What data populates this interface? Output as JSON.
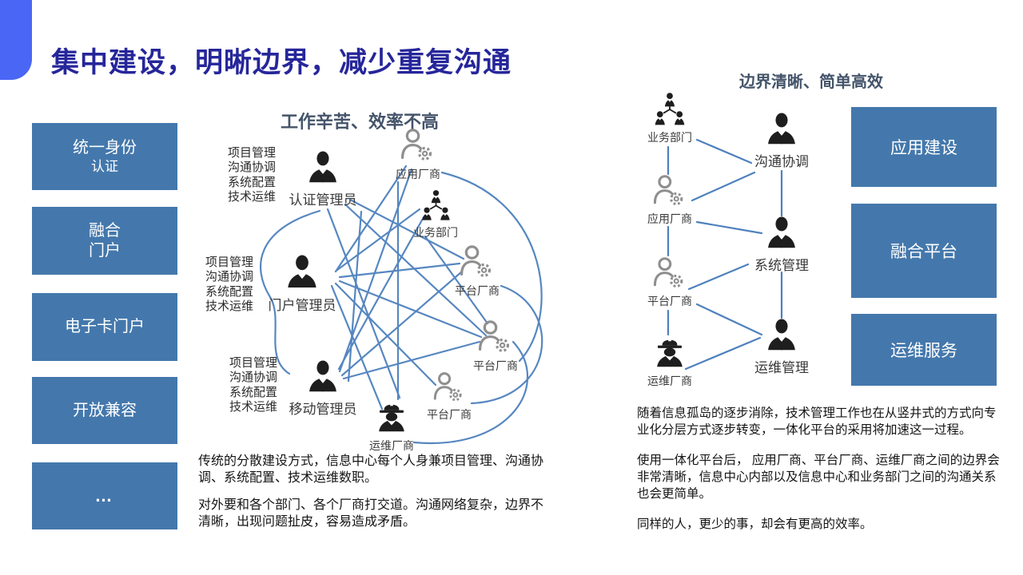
{
  "title": "集中建设，明晰边界，减少重复沟通",
  "colors": {
    "corner_accent": "#4a66f5",
    "box_blue": "#4478ac",
    "line_blue": "#4e81bd",
    "title_navy": "#26269b",
    "subtitle_slate": "#44546a"
  },
  "left_boxes": [
    {
      "line1": "统一身份",
      "line2": "认证"
    },
    {
      "line1": "融合",
      "line2": "门户"
    },
    {
      "line1": "电子卡门户",
      "line2": ""
    },
    {
      "line1": "开放兼容",
      "line2": ""
    },
    {
      "line1": "…",
      "line2": ""
    }
  ],
  "right_boxes": [
    "应用建设",
    "融合平台",
    "运维服务"
  ],
  "messy": {
    "subtitle": "工作辛苦、效率不高",
    "duties": "项目管理\n沟通协调\n系统配置\n技术运维",
    "nodes": {
      "auth_admin": "认证管理员",
      "app_vendor": "应用厂商",
      "biz_dept": "业务部门",
      "portal_admin": "门户管理员",
      "platform_vendor_top": "平台厂商",
      "platform_vendor_mid": "平台厂商",
      "platform_vendor_low": "平台厂商",
      "mobile_admin": "移动管理员",
      "ops_vendor": "运维厂商"
    },
    "caption_1": "传统的分散建设方式，信息中心每个人身兼项目管理、沟通协调、系统配置、技术运维数职。",
    "caption_2": "对外要和各个部门、各个厂商打交道。沟通网络复杂，边界不清晰，出现问题扯皮，容易造成矛盾。"
  },
  "clear": {
    "subtitle": "边界清晰、简单高效",
    "nodes": {
      "biz_dept": "业务部门",
      "comm_coord": "沟通协调",
      "app_vendor": "应用厂商",
      "sys_mgmt": "系统管理",
      "platform_vendor": "平台厂商",
      "ops_mgmt": "运维管理",
      "ops_vendor": "运维厂商"
    },
    "paragraph_1": "随着信息孤岛的逐步消除，技术管理工作也在从竖井式的方式向专业化分层方式逐步转变，一体化平台的采用将加速这一过程。",
    "paragraph_2": "使用一体化平台后， 应用厂商、平台厂商、运维厂商之间的边界会非常清晰，信息中心内部以及信息中心和业务部门之间的沟通关系也会更简单。",
    "paragraph_3": "同样的人，更少的事，却会有更高的效率。"
  }
}
